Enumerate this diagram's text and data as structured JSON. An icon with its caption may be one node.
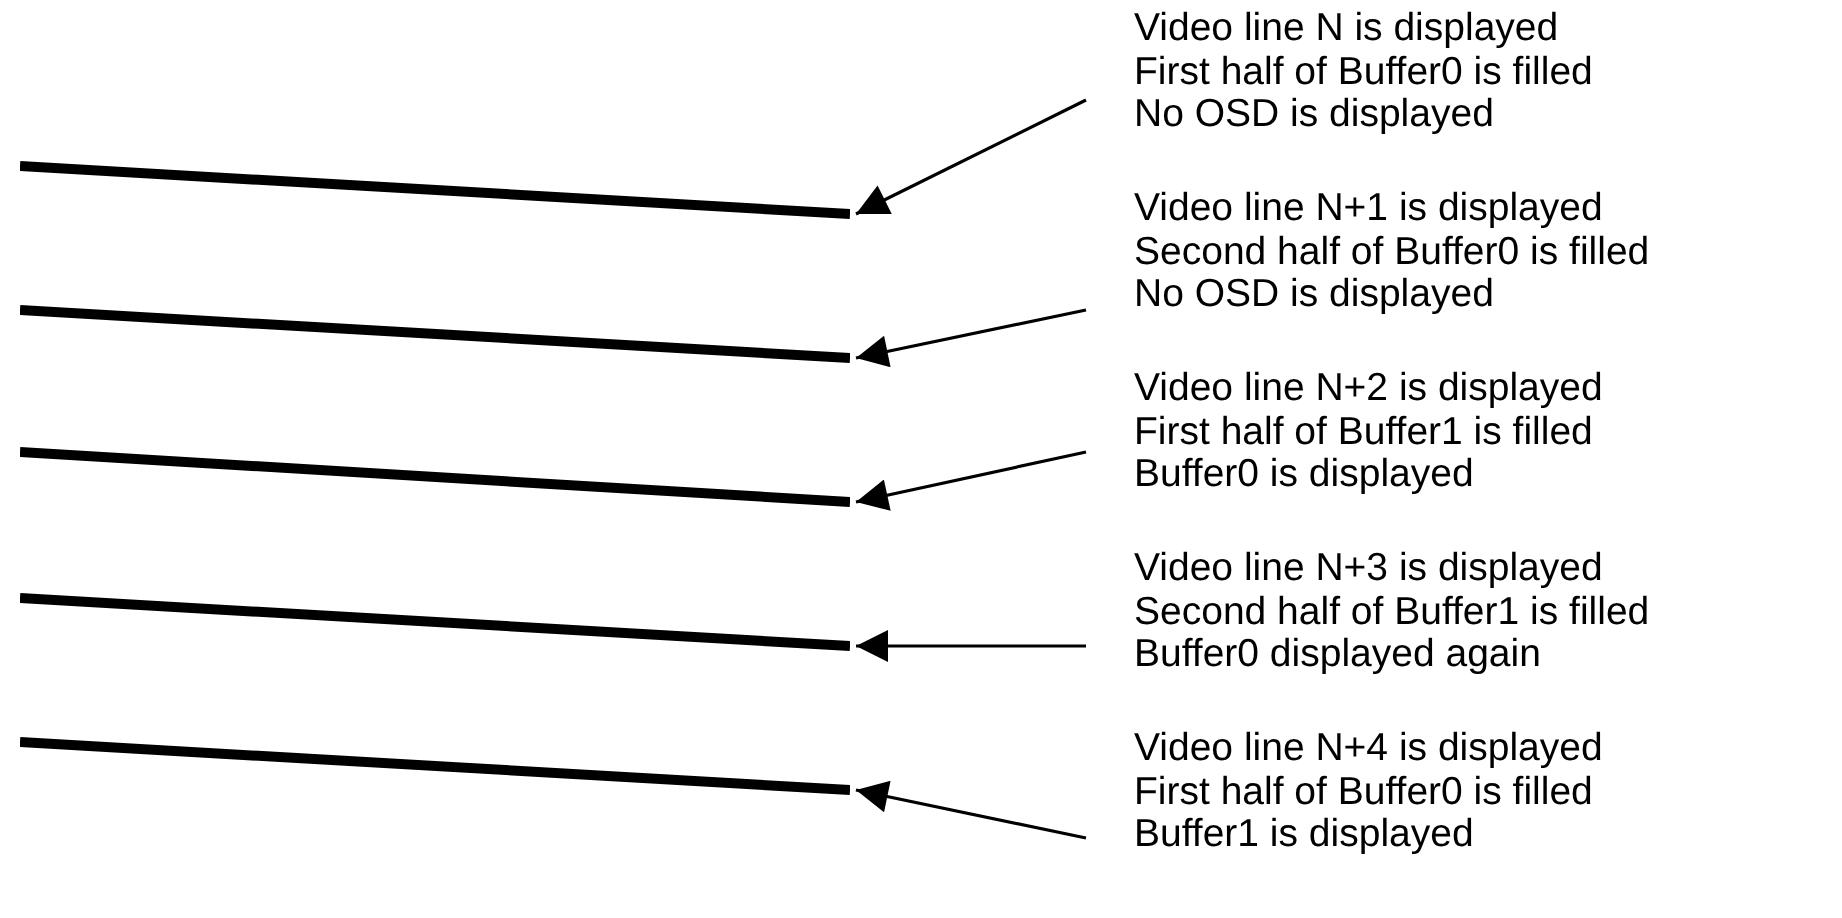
{
  "diagram": {
    "nodes": [
      {
        "text": [],
        "shape": "bar"
      },
      {
        "text": [],
        "shape": "bar"
      },
      {
        "text": [],
        "shape": "bar"
      },
      {
        "text": [],
        "shape": "bar"
      },
      {
        "text": [],
        "shape": "bar"
      },
      {
        "text": [
          "Video line N is displayed",
          "First half of Buffer0 is filled",
          "No OSD is displayed"
        ]
      },
      {
        "text": [
          "Video line N+1 is displayed",
          "Second half of Buffer0 is filled",
          "No OSD is displayed"
        ]
      },
      {
        "text": [
          "Video line N+2 is displayed",
          "First half of Buffer1 is filled",
          "Buffer0 is displayed"
        ]
      },
      {
        "text": [
          "Video line N+3 is displayed",
          "Second half of Buffer1 is filled",
          "Buffer0 displayed again"
        ]
      },
      {
        "text": [
          "Video line N+4 is displayed",
          "First half of Buffer0 is filled",
          "Buffer1 is displayed"
        ]
      }
    ],
    "edges": [
      {
        "from": 5,
        "to": 0,
        "arrow": "to"
      },
      {
        "from": 6,
        "to": 1,
        "arrow": "to"
      },
      {
        "from": 7,
        "to": 2,
        "arrow": "to"
      },
      {
        "from": 8,
        "to": 3,
        "arrow": "to"
      },
      {
        "from": 9,
        "to": 4,
        "arrow": "to"
      }
    ]
  }
}
